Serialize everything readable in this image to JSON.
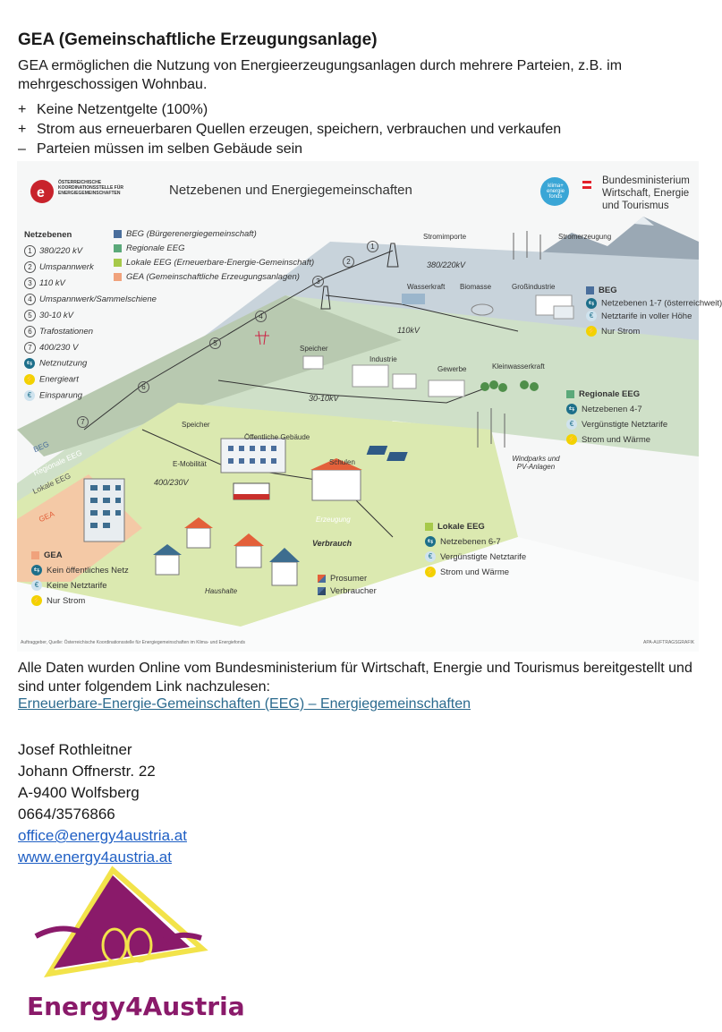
{
  "header": {
    "title": "GEA   (Gemeinschaftliche Erzeugungsanlage)",
    "intro": "GEA ermöglichen die Nutzung von Energieerzeugungsanlagen durch mehrere Parteien, z.B. im mehrgeschossigen Wohnbau."
  },
  "bullets": [
    {
      "sym": "+",
      "text": "Keine Netzentgelte (100%)"
    },
    {
      "sym": "+",
      "text": "Strom aus erneuerbaren Quellen erzeugen, speichern, verbrauchen und verkaufen"
    },
    {
      "sym": "–",
      "text": "Parteien müssen im selben Gebäude sein"
    }
  ],
  "infographic": {
    "org_logo_text": "ÖSTERREICHISCHE KOORDINATIONSSTELLE FÜR ENERGIEGEMEINSCHAFTEN",
    "title": "Netzebenen und Energiegemeinschaften",
    "klima_logo": "klima+ energie fonds",
    "ministry": [
      "Bundesministerium",
      "Wirtschaft, Energie",
      "und Tourismus"
    ],
    "legend_title": "Netzebenen",
    "legend": [
      {
        "n": "1",
        "text": "380/220 kV"
      },
      {
        "n": "2",
        "text": "Umspannwerk"
      },
      {
        "n": "3",
        "text": "110 kV"
      },
      {
        "n": "4",
        "text": "Umspannwerk/Sammelschiene"
      },
      {
        "n": "5",
        "text": "30-10 kV"
      },
      {
        "n": "6",
        "text": "Trafostationen"
      },
      {
        "n": "7",
        "text": "400/230 V"
      }
    ],
    "legend_icons": [
      "Netznutzung",
      "Energieart",
      "Einsparung"
    ],
    "communities": [
      {
        "text": "BEG (Bürgerenergiegemeinschaft)",
        "color": "#4a6e9c"
      },
      {
        "text": "Regionale EEG",
        "color": "#5ba97a"
      },
      {
        "text": "Lokale EEG (Erneuerbare-Energie-Gemeinschaft)",
        "color": "#a6c94a"
      },
      {
        "text": "GEA (Gemeinschaftliche Erzeugungsanlagen)",
        "color": "#f0a27c"
      }
    ],
    "scene_labels": {
      "stromimporte": "Stromimporte",
      "stromerzeugung": "Stromerzeugung",
      "kv380": "380/220kV",
      "wasserkraft": "Wasserkraft",
      "biomasse": "Biomasse",
      "grossindustrie": "Großindustrie",
      "kv110": "110kV",
      "speicher1": "Speicher",
      "industrie": "Industrie",
      "gewerbe": "Gewerbe",
      "kleinwasserkraft": "Kleinwasserkraft",
      "kv30": "30-10kV",
      "speicher2": "Speicher",
      "emobilitaet": "E-Mobilität",
      "oeffentlich": "Öffentliche Gebäude",
      "schulen": "Schulen",
      "v400": "400/230V",
      "erzeugung": "Erzeugung",
      "verbrauch": "Verbrauch",
      "haushalte": "Haushalte",
      "windparks": "Windparks und PV-Anlagen",
      "layer_beg": "BEG",
      "layer_reg": "Regionale EEG",
      "layer_lok": "Lokale EEG",
      "layer_gea": "GEA"
    },
    "box_beg": {
      "title": "BEG",
      "lines": [
        "Netzebenen 1-7 (österreichweit)",
        "Netztarife in voller Höhe",
        "Nur Strom"
      ]
    },
    "box_reg": {
      "title": "Regionale EEG",
      "lines": [
        "Netzebenen 4-7",
        "Vergünstigte Netztarife",
        "Strom und Wärme"
      ]
    },
    "box_lok": {
      "title": "Lokale EEG",
      "lines": [
        "Netzebenen 6-7",
        "Vergünstigte Netztarife",
        "Strom und Wärme"
      ]
    },
    "box_gea": {
      "title": "GEA",
      "lines": [
        "Kein öffentliches Netz",
        "Keine Netztarife",
        "Nur Strom"
      ]
    },
    "prosumer": [
      "Prosumer",
      "Verbraucher"
    ],
    "source": "Auftraggeber, Quelle: Österreichische Koordinationsstelle für Energiegemeinschaften im Klima- und Energiefonds",
    "credit": "APA-AUFTRAGSGRAFIK"
  },
  "footer": {
    "note": "Alle Daten wurden Online vom Bundesministerium für Wirtschaft, Energie und Tourismus bereitgestellt und sind unter folgendem Link nachzulesen:",
    "link": "Erneuerbare-Energie-Gemeinschaften (EEG) – Energiegemeinschaften"
  },
  "contact": {
    "name": "Josef Rothleitner",
    "street": "Johann Offnerstr. 22",
    "city": "A-9400 Wolfsberg",
    "phone": "0664/3576866",
    "email": "office@energy4austria.at",
    "web": "www.energy4austria.at"
  },
  "logo": {
    "text": "Energy4Austria",
    "purple": "#8a1a6a",
    "yellow": "#f2e34a"
  }
}
